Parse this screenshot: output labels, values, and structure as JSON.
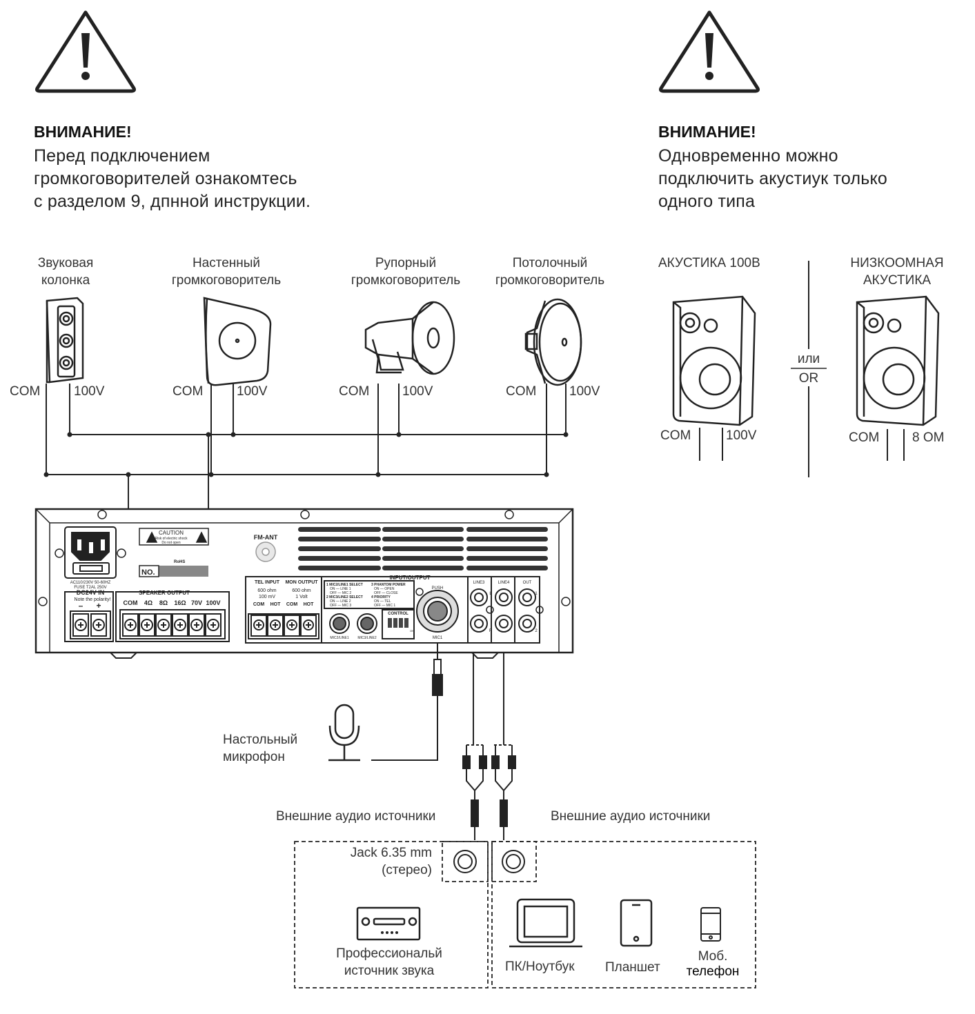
{
  "warnings": [
    {
      "title": "ВНИМАНИЕ!",
      "lines": [
        "Перед подключением",
        "громкоговорителей ознакомтесь",
        "с разделом 9, дпнной инструкции."
      ]
    },
    {
      "title": "ВНИМАНИЕ!",
      "lines": [
        "Одновременно можно",
        "подключить акустиук только",
        "одного типа"
      ]
    }
  ],
  "speakers": [
    {
      "lines": [
        "Звуковая",
        "колонка"
      ]
    },
    {
      "lines": [
        "Настенный",
        "громкоговоритель"
      ]
    },
    {
      "lines": [
        "Рупорный",
        "громкоговоритель"
      ]
    },
    {
      "lines": [
        "Потолочный",
        "громкоговоритель"
      ]
    }
  ],
  "terminals": {
    "com": "COM",
    "v100": "100V"
  },
  "acoustics": {
    "type1": "АКУСТИКА 100В",
    "type2_lines": [
      "НИЗКООМНАЯ",
      "АКУСТИКА"
    ],
    "or_ru": "или",
    "or_en": "OR",
    "com": "COM",
    "v100": "100V",
    "ohm8": "8 ОМ"
  },
  "amplifier": {
    "caution_title": "CAUTION",
    "caution_sub1": "Risk of electric shock",
    "caution_sub2": "Do not open",
    "fm_ant": "FM-ANT",
    "fuse1": "AC110/230V 50-60HZ",
    "fuse2": "FUSE T2AL 250V",
    "no": "NO.",
    "rohs": "RoHS",
    "dc_title": "DC24V IN",
    "dc_note": "Note the polarity!",
    "minus": "–",
    "plus": "+",
    "speaker_output": "SPEAKER OUTPUT",
    "spk_terms": [
      "COM",
      "4Ω",
      "8Ω",
      "16Ω",
      "70V",
      "100V"
    ],
    "tel_input": "TEL INPUT",
    "tel_spec1": "600 ohm",
    "tel_spec2": "100 mV",
    "mon_output": "MON OUTPUT",
    "mon_spec1": "600 ohm",
    "mon_spec2": "1 Volt",
    "io_terms": [
      "COM",
      "HOT",
      "COM",
      "HOT"
    ],
    "input_output": "INPUT/OUTPUT",
    "sel1": [
      "1 MIC2/LINE1 SELECT",
      "ON  — LINE 1",
      "OFF — MIC 2"
    ],
    "sel2": [
      "2 MIC3/LINE2 SELECT",
      "ON  — LINE 2",
      "OFF — MIC 3"
    ],
    "sel3": [
      "3 PHANTOM POWER",
      "ON  — OPEN",
      "OFF — CLOSE"
    ],
    "sel4": [
      "4 PRIORITY",
      "ON  — TEL",
      "OFF — MIC 1"
    ],
    "control": "CONTROL",
    "on": "ON",
    "push": "PUSH",
    "mic1": "MIC1",
    "mic2_line1": "MIC2/LINE1",
    "mic3_line2": "MIC3/LINE2",
    "line3": "LINE3",
    "line4": "LINE4",
    "out": "OUT",
    "l": "L",
    "r": "R",
    "n1": "1",
    "n2": "2"
  },
  "mic_label": [
    "Настольный",
    "микрофон"
  ],
  "ext_sources": "Внешние аудио источники",
  "jack_label": [
    "Jack 6.35 mm",
    "(стерео)"
  ],
  "pro_source": [
    "Профессиональй",
    "источник звука"
  ],
  "pc": "ПК/Ноутбук",
  "tablet": "Планшет",
  "phone": [
    "Моб.",
    "телефон"
  ]
}
